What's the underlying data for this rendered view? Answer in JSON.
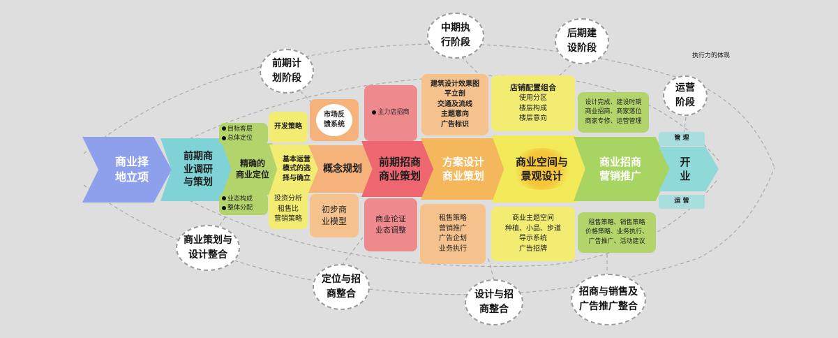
{
  "arrows": [
    {
      "id": "site",
      "lines": [
        "商业择",
        "地立项"
      ],
      "color": "#8ea0ec"
    },
    {
      "id": "research",
      "lines": [
        "前期商",
        "业调研",
        "与策划"
      ],
      "color": "#7fd3d6"
    },
    {
      "id": "positioning",
      "lines": [
        "精确的",
        "商业定位"
      ],
      "color": "#b2d46b"
    },
    {
      "id": "model",
      "lines": [
        "基本运营",
        "模式的选",
        "择与确立"
      ],
      "color": "#f3ec72"
    },
    {
      "id": "concept",
      "lines": [
        "概念规划"
      ],
      "color": "#f5b27a"
    },
    {
      "id": "early-leasing",
      "lines": [
        "前期招商",
        "商业策划"
      ],
      "color": "#ee6670"
    },
    {
      "id": "scheme",
      "lines": [
        "方案设计",
        "商业策划"
      ],
      "color": "#f5b75c"
    },
    {
      "id": "space",
      "lines": [
        "商业空间与",
        "景观设计"
      ],
      "color": "#f3ea5a"
    },
    {
      "id": "marketing",
      "lines": [
        "商业招商",
        "营销推广"
      ],
      "color": "#a8d461"
    },
    {
      "id": "opening",
      "lines": [
        "开",
        "业"
      ],
      "color": "#8fdad9"
    }
  ],
  "boxes": {
    "target": {
      "items": [
        "目标客层",
        "总体定位"
      ]
    },
    "dev_strategy": {
      "lines": [
        "开发策略"
      ]
    },
    "market_feedback": {
      "lines": [
        "市场反",
        "馈系统"
      ]
    },
    "anchor": {
      "items": [
        "主力店招商"
      ]
    },
    "arch_design": {
      "lines": [
        "建筑设计效果图",
        "平立剖",
        "交通及流线",
        "主题意向",
        "广告标识"
      ]
    },
    "shop_config": {
      "lines": [
        "店铺配置组合",
        "使用分区",
        "楼层构成",
        "楼层意向"
      ]
    },
    "design_done": {
      "lines": [
        "设计完成、建设时期",
        "商业招商、商家落位",
        "商家专修、运营管理"
      ]
    },
    "manage": {
      "lines": [
        "管  理"
      ]
    },
    "format": {
      "items": [
        "业态构成",
        "整体分配"
      ]
    },
    "invest": {
      "lines": [
        "投资分析",
        "租售比",
        "营销策略"
      ]
    },
    "prelim_model": {
      "lines": [
        "初步商",
        "业模型"
      ]
    },
    "demo": {
      "lines": [
        "商业论证",
        "业态调整"
      ]
    },
    "lease_strategy": {
      "lines": [
        "租售策略",
        "营销推广",
        "广告企划",
        "业务执行"
      ]
    },
    "theme_space": {
      "lines": [
        "商业主题空间",
        "种植、小品、步道",
        "导示系统",
        "广告招牌"
      ]
    },
    "sales_strategy": {
      "lines": [
        "租售策略、销售策略",
        "价格策略、业务执行、",
        "广告推广、活动建议"
      ]
    },
    "operate": {
      "lines": [
        "运  营"
      ]
    }
  },
  "bubbles": {
    "early_plan": {
      "lines": [
        "前期计",
        "划阶段"
      ]
    },
    "mid_exec": {
      "lines": [
        "中期执",
        "行阶段"
      ]
    },
    "late_build": {
      "lines": [
        "后期建",
        "设阶段"
      ]
    },
    "ops_stage": {
      "lines": [
        "运营",
        "阶段"
      ]
    },
    "plan_design": {
      "lines": [
        "商业策划与",
        "设计整合"
      ]
    },
    "position_leasing": {
      "lines": [
        "定位与招",
        "商整合"
      ]
    },
    "design_leasing": {
      "lines": [
        "设计与招",
        "商整合"
      ]
    },
    "leasing_sales": {
      "lines": [
        "招商与销售及",
        "广告推广整合"
      ]
    }
  },
  "caption": "执行力的体现"
}
